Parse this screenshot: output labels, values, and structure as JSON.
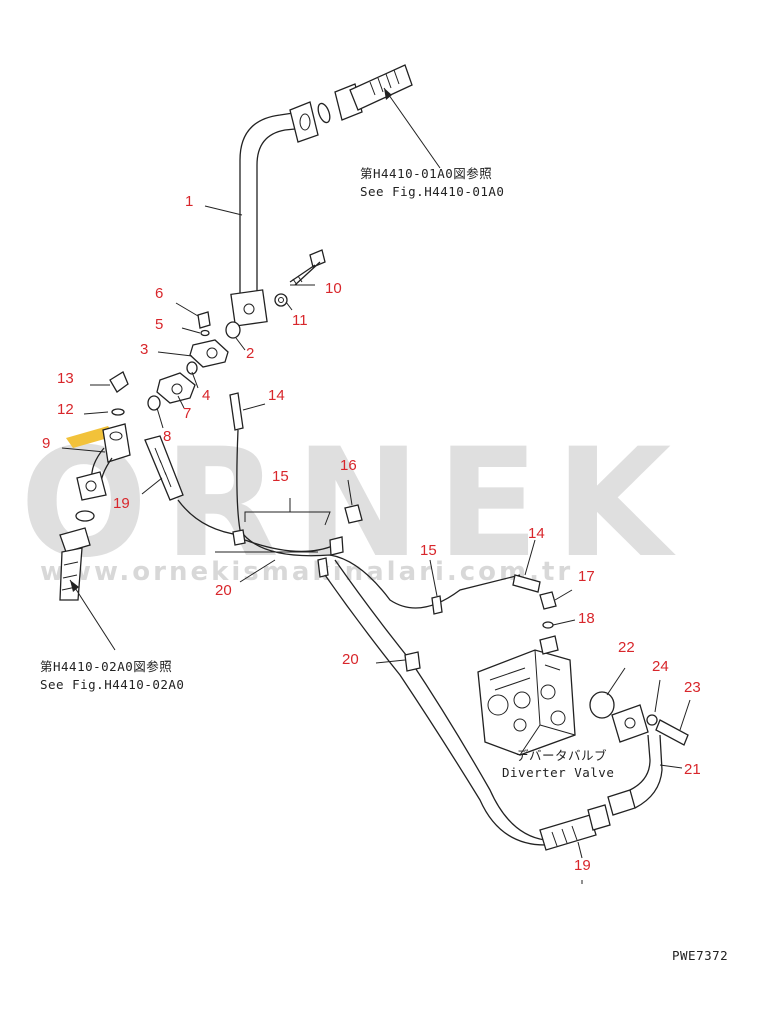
{
  "watermark": {
    "brand": "ORNEK",
    "url": "www.ornekismakinalari.com.tr"
  },
  "references": {
    "top_jp": "第H4410-01A0図参照",
    "top_en": "See Fig.H4410-01A0",
    "bottom_jp": "第H4410-02A0図参照",
    "bottom_en": "See Fig.H4410-02A0"
  },
  "diverter_valve": {
    "jp": "デバータバルブ",
    "en": "Diverter Valve"
  },
  "drawing_code": "PWE7372",
  "callouts": {
    "c1": "1",
    "c2": "2",
    "c3": "3",
    "c4": "4",
    "c5": "5",
    "c6": "6",
    "c7": "7",
    "c8": "8",
    "c9": "9",
    "c10": "10",
    "c11": "11",
    "c12": "12",
    "c13": "13",
    "c14a": "14",
    "c14b": "14",
    "c15a": "15",
    "c15b": "15",
    "c16": "16",
    "c17": "17",
    "c18": "18",
    "c19a": "19",
    "c19b": "19",
    "c20a": "20",
    "c20b": "20",
    "c21": "21",
    "c22": "22",
    "c23": "23",
    "c24": "24"
  },
  "colors": {
    "callout": "#d8262b",
    "line": "#222222",
    "watermark": "#b9b9b9",
    "highlight": "#f2c23a"
  }
}
